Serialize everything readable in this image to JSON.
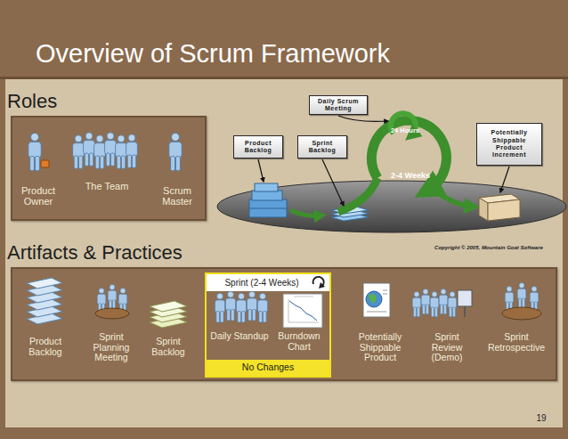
{
  "diagram": {
    "title": "Overview of Scrum Framework",
    "nodes": [
      {
        "text": [
          "Roles"
        ]
      },
      {
        "text": [
          "Daily Scrum Meeting"
        ]
      },
      {
        "text": [
          "Product Backlog"
        ]
      },
      {
        "text": [
          "Sprint Backlog"
        ]
      },
      {
        "text": [
          "Potentially Shippable Product Increment"
        ]
      },
      {
        "text": [
          "Artifacts & Practices"
        ]
      },
      {
        "text": [
          "Sprint (2-4 Weeks)",
          "Daily Standup",
          "Burndown Chart",
          "No Changes"
        ],
        "in": 5
      }
    ],
    "labels": [
      "Product Owner",
      "The Team",
      "Scrum Master",
      "24 Hours",
      "2-4 Weeks",
      "Copyright © 2005, Mountain Goat Software",
      "Product Backlog",
      "Sprint Planning Meeting",
      "Sprint Backlog",
      "Potentially Shippable Product",
      "Sprint Review (Demo)",
      "Sprint Retrospective",
      "19"
    ]
  }
}
